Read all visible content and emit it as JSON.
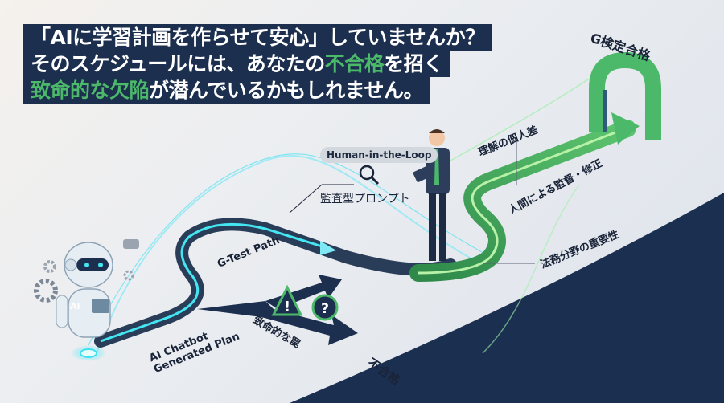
{
  "headline": {
    "line1": "「AIに学習計画を作らせて安心」していませんか？",
    "line2_pre": "そのスケジュールには、あなたの",
    "line2_hl": "不合格",
    "line2_post": "を招く",
    "line3_hl": "致命的な欠陥",
    "line3_post": "が潜んでいるかもしれません。"
  },
  "goal": {
    "label": "G検定合格"
  },
  "hitl": {
    "badge": "Human-in-the-Loop",
    "icon": "magnifier-icon",
    "label": "監査型プロンプト"
  },
  "path": {
    "label": "G-Test Path"
  },
  "ai_plan": {
    "label_line1": "AI Chatbot",
    "label_line2": "Generated Plan",
    "robot_badge": "AI"
  },
  "trap": {
    "label": "致命的な罠",
    "fail": "不合格",
    "icons": [
      "warning-icon",
      "question-bubble-icon"
    ]
  },
  "human_path": {
    "point1": "理解の個人差",
    "point2": "人間による監督・修正",
    "point3": "法務分野の重要性"
  },
  "colors": {
    "navy": "#1c2f4e",
    "green": "#4cb96a",
    "cyan": "#3fe0f0",
    "bg": "#e7eaef"
  }
}
